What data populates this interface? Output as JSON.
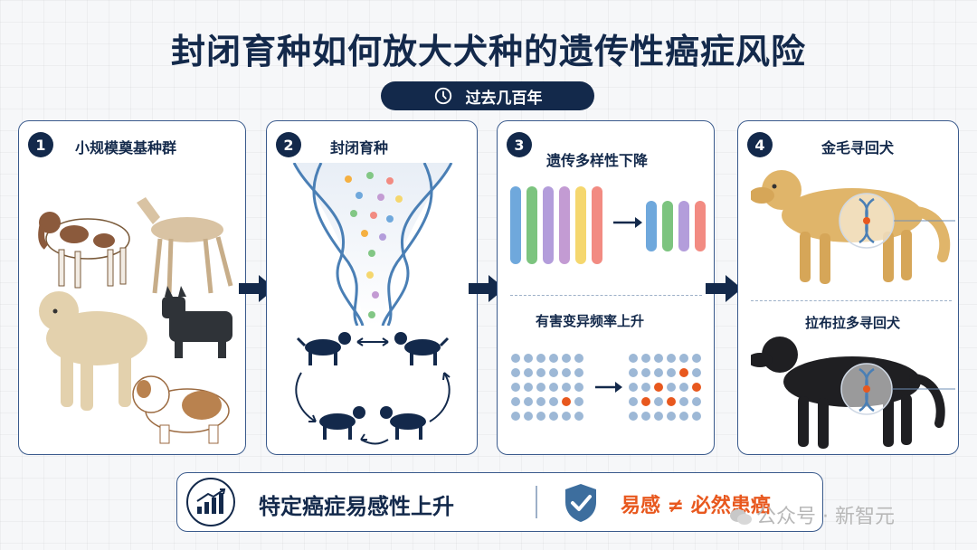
{
  "title": "封闭育种如何放大犬种的遗传性癌症风险",
  "timeline": {
    "label": "过去几百年",
    "icon": "clock-icon"
  },
  "panels": [
    {
      "number": "1",
      "title": "小规模奠基种群"
    },
    {
      "number": "2",
      "title": "封闭育种"
    },
    {
      "number": "3",
      "title": "遗传多样性下降",
      "subtitle": "有害变异频率上升"
    },
    {
      "number": "4",
      "title": "金毛寻回犬",
      "subtitle": "拉布拉多寻回犬"
    }
  ],
  "bottom": {
    "main_text": "特定癌症易感性上升",
    "warning_text": "易感 ≠ 必然患癌",
    "icons": [
      "growth-chart-icon",
      "shield-check-icon"
    ]
  },
  "watermark": "公众号 · 新智元",
  "colors": {
    "navy": "#13294b",
    "accent": "#e8581e",
    "dna_blue": "#4a7fb5",
    "dot_blue": "#9db8d6",
    "bar_colors": [
      "#6fa8dc",
      "#7cc47f",
      "#b39ddb",
      "#c39bd3",
      "#f5d76e",
      "#f28b82"
    ]
  }
}
